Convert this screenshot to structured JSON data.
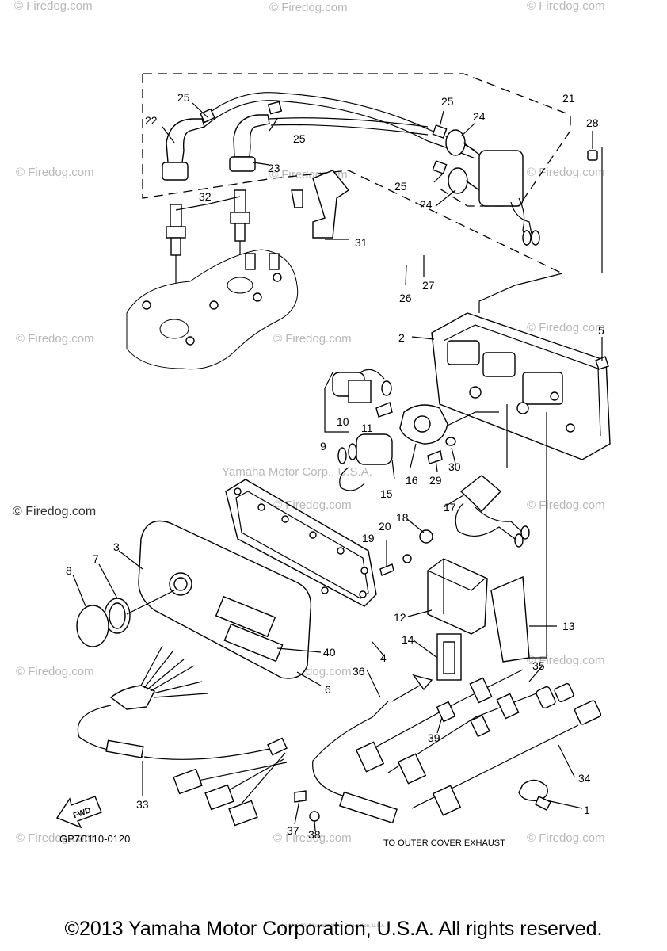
{
  "watermark": {
    "site": "© Firedog.com",
    "center": "Yamaha Motor Corp., U.S.A."
  },
  "diagram": {
    "code": "GP7C110-0120",
    "note": "TO OUTER COVER EXHAUST",
    "fwd_badge": "FWD",
    "callouts": [
      "1",
      "2",
      "3",
      "4",
      "5",
      "6",
      "7",
      "8",
      "9",
      "10",
      "11",
      "12",
      "13",
      "14",
      "15",
      "16",
      "17",
      "18",
      "19",
      "20",
      "21",
      "22",
      "23",
      "24",
      "25",
      "26",
      "27",
      "28",
      "29",
      "30",
      "31",
      "32",
      "33",
      "34",
      "35",
      "36",
      "37",
      "38",
      "39",
      "40"
    ]
  },
  "footer": {
    "copyright": "©2013 Yamaha Motor Corporation, U.S.A. All rights reserved.",
    "small_credit": "(c) 2005-2015 Yamaha Motor Corporation, U.S.A."
  },
  "colors": {
    "line": "#000000",
    "watermark": "#b8b8b8",
    "background": "#ffffff"
  }
}
